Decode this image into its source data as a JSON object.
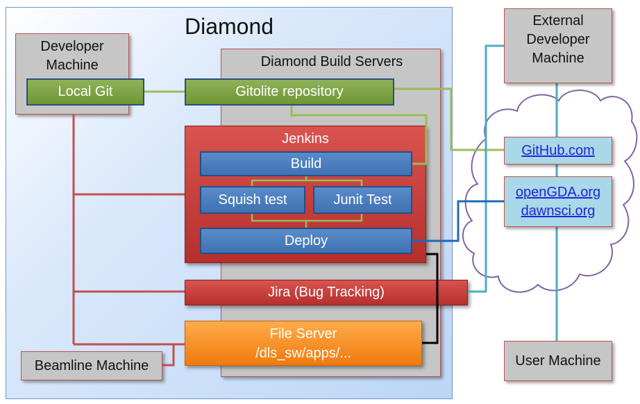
{
  "diamond": {
    "title": "Diamond"
  },
  "developer_machine": {
    "line1": "Developer",
    "line2": "Machine"
  },
  "local_git": {
    "label": "Local Git"
  },
  "build_servers": {
    "label": "Diamond Build Servers"
  },
  "gitolite": {
    "label": "Gitolite repository"
  },
  "jenkins": {
    "title": "Jenkins",
    "build": "Build",
    "squish": "Squish test",
    "junit": "Junit Test",
    "deploy": "Deploy"
  },
  "jira": {
    "label": "Jira (Bug Tracking)"
  },
  "file_server": {
    "line1": "File Server",
    "line2": "/dls_sw/apps/..."
  },
  "beamline": {
    "label": "Beamline Machine"
  },
  "external_dev": {
    "line1": "External",
    "line2": "Developer",
    "line3": "Machine"
  },
  "github": {
    "label": "GitHub.com"
  },
  "open_sites": {
    "line1": "openGDA.org",
    "line2": "dawnsci.org"
  },
  "user_machine": {
    "label": "User Machine"
  },
  "colors": {
    "git_link": "#9bbb59",
    "internal_link": "#c0504d",
    "external_link": "#4bacc6",
    "deploy_link": "#000000",
    "cloud": "#8064a2"
  }
}
